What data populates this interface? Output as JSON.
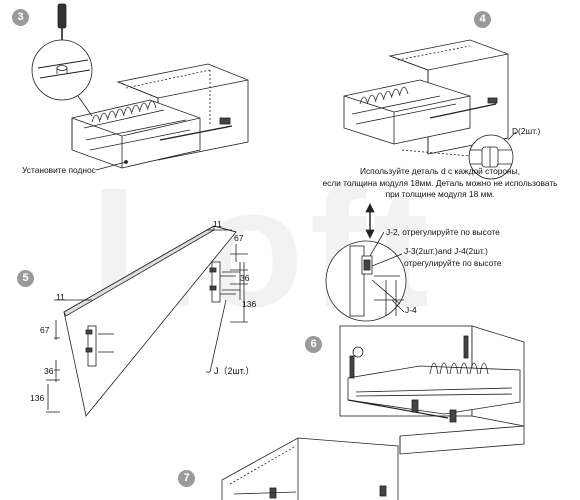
{
  "watermark": "Loft",
  "steps": {
    "s3": "3",
    "s4": "4",
    "s5": "5",
    "s6": "6",
    "s7": "7"
  },
  "step3": {
    "caption": "Установите поднос"
  },
  "step4": {
    "part_label": "D(2шт.)",
    "instruction_line1": "Используйте деталь d с каждой стороны,",
    "instruction_line2": "если толщина модуля 18мм. Деталь можно не использовать",
    "instruction_line3": "при толщине модуля 18 мм."
  },
  "step5": {
    "dims": {
      "top_11": "11",
      "top_67": "67",
      "top_36": "36",
      "top_136": "136",
      "left_11": "11",
      "left_67": "67",
      "left_36": "36",
      "left_136": "136"
    },
    "part_label": "J（2шт.）"
  },
  "step6": {
    "j2": "J-2, отрегулируйте по высоте",
    "j3_line1": "J-3(2шт.)and J-4(2шт.)",
    "j3_line2": "отрегулируйте по высоте",
    "j4": "J-4"
  }
}
